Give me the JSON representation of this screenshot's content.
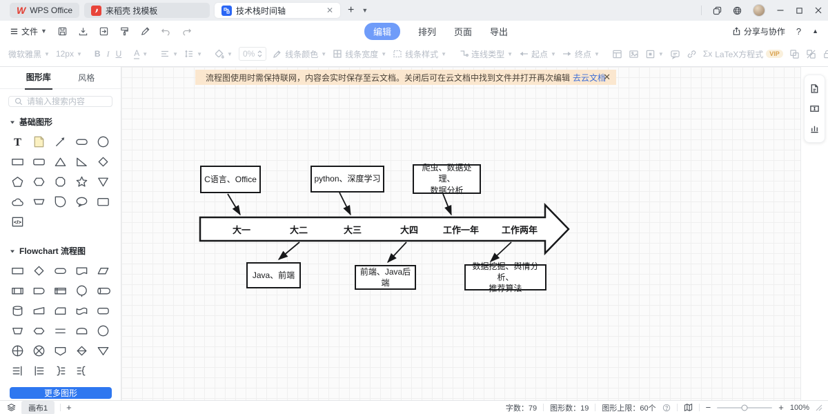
{
  "titlebar": {
    "tabs": [
      {
        "label": "WPS Office"
      },
      {
        "label": "来稻壳 找模板"
      },
      {
        "label": "技术栈时间轴"
      }
    ],
    "new_tab": "+"
  },
  "menubar": {
    "file": "文件",
    "items": [
      "编辑",
      "排列",
      "页面",
      "导出"
    ],
    "active_item": "编辑",
    "share": "分享与协作",
    "help": "?"
  },
  "toolbar": {
    "font": "微软雅黑",
    "size": "12px",
    "bold": "B",
    "italic": "I",
    "underline": "U",
    "font_color": "A",
    "opacity": "0%",
    "line_color": "线条颜色",
    "line_width": "线条宽度",
    "line_style": "线条样式",
    "connector": "连线类型",
    "start_point": "起点",
    "end_point": "终点",
    "latex": "LaTeX方程式",
    "vip": "VIP",
    "sigma": "Σx"
  },
  "sidebar": {
    "tab_library": "图形库",
    "tab_style": "风格",
    "search_placeholder": "请输入搜索内容",
    "section_basic": "基础图形",
    "section_flowchart": "Flowchart 流程图",
    "more_shapes": "更多图形",
    "basic_shapes": [
      "text",
      "sticky-note",
      "arrow",
      "stadium",
      "circle",
      "rect",
      "rounded-rect",
      "triangle",
      "right-triangle",
      "diamond",
      "pentagon",
      "hexagon",
      "octagon",
      "star",
      "cone",
      "cloud",
      "cup",
      "teardrop",
      "speech-bubble",
      "frame",
      "code-block"
    ],
    "flowchart_shapes": [
      "process",
      "decision",
      "terminator",
      "document",
      "data",
      "predefined-process",
      "delay",
      "internal-storage",
      "or",
      "stored-data",
      "database",
      "manual-input",
      "card",
      "paper-tape",
      "alternate-process",
      "trapezoid",
      "preparation",
      "parallel-mode",
      "half-round",
      "circle",
      "junction",
      "summing",
      "display",
      "collate",
      "merge",
      "list-left",
      "list-right",
      "brace-list-left",
      "brace-list-right"
    ]
  },
  "banner": {
    "text": "流程图使用时需保持联网，内容会实时保存至云文档。关闭后可在云文档中找到文件并打开再次编辑",
    "link": "去云文档"
  },
  "canvas": {
    "timeline": [
      "大一",
      "大二",
      "大三",
      "大四",
      "工作一年",
      "工作两年"
    ],
    "top_boxes": [
      "C语言、Office",
      "python、深度学习",
      "爬虫、数据处理、\n数据分析"
    ],
    "bottom_boxes": [
      "Java、前端",
      "前端、Java后端",
      "数据挖掘、舆情分析、\n推荐算法"
    ]
  },
  "statusbar": {
    "canvas_tab": "画布1",
    "words_label": "字数：",
    "words": "79",
    "shapes_label": "图形数：",
    "shapes": "19",
    "limit_label": "图形上限：",
    "limit": "60个",
    "zoom": "100%"
  },
  "colors": {
    "accent": "#2e77f0",
    "edit_pill": "#6f9cf9",
    "banner_bg": "#fbe7cf",
    "banner_link": "#3e6ed5",
    "wps_red": "#e23e32",
    "tab_icon_blue": "#2a66f5"
  }
}
